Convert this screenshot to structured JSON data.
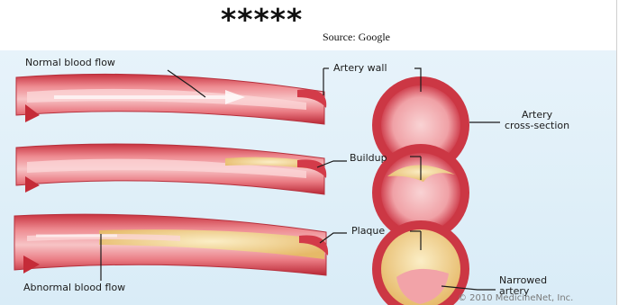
{
  "header": {
    "title": "*****",
    "source": "Source: Google"
  },
  "diagram": {
    "labels": {
      "normal_flow": "Normal blood flow",
      "artery_wall": "Artery wall",
      "cross_section": "Artery\ncross-section",
      "buildup": "Buildup",
      "plaque": "Plaque",
      "narrowed": "Narrowed\nartery",
      "abnormal_flow": "Abnormal blood flow"
    },
    "copyright": "© 2010 MedicineNet, Inc."
  },
  "colors": {
    "artery": "#d9505a",
    "artery_light": "#f2a9ae",
    "lumen": "#f7c9cb",
    "plaque": "#f4dca0",
    "background": "#e4f1f9"
  }
}
